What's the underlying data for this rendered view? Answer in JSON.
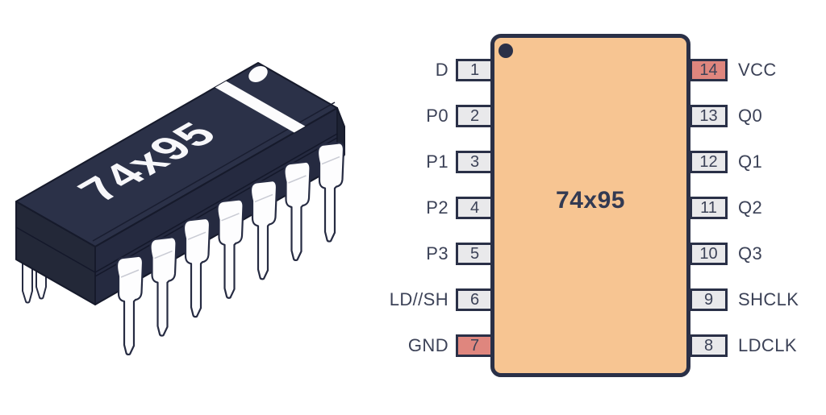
{
  "illustration": {
    "label": "74x95",
    "body_color": "#2B3148",
    "label_color": "#F7F7FA",
    "leg_color": "#FDFDFE",
    "stripe_color": "#FCFCFD",
    "package": "DIP-14"
  },
  "pinout": {
    "title": "74x95",
    "body_color": "#F7C592",
    "outline_color": "#2A3047",
    "pin_box_color": "#E9E9EB",
    "pin_highlight_color": "#DF867E",
    "text_color": "#3C4257",
    "left_pins": [
      {
        "number": "1",
        "label": "D",
        "highlighted": false
      },
      {
        "number": "2",
        "label": "P0",
        "highlighted": false
      },
      {
        "number": "3",
        "label": "P1",
        "highlighted": false
      },
      {
        "number": "4",
        "label": "P2",
        "highlighted": false
      },
      {
        "number": "5",
        "label": "P3",
        "highlighted": false
      },
      {
        "number": "6",
        "label": "LD//SH",
        "highlighted": false
      },
      {
        "number": "7",
        "label": "GND",
        "highlighted": true
      }
    ],
    "right_pins": [
      {
        "number": "14",
        "label": "VCC",
        "highlighted": true
      },
      {
        "number": "13",
        "label": "Q0",
        "highlighted": false
      },
      {
        "number": "12",
        "label": "Q1",
        "highlighted": false
      },
      {
        "number": "11",
        "label": "Q2",
        "highlighted": false
      },
      {
        "number": "10",
        "label": "Q3",
        "highlighted": false
      },
      {
        "number": "9",
        "label": "SHCLK",
        "highlighted": false
      },
      {
        "number": "8",
        "label": "LDCLK",
        "highlighted": false
      }
    ]
  }
}
